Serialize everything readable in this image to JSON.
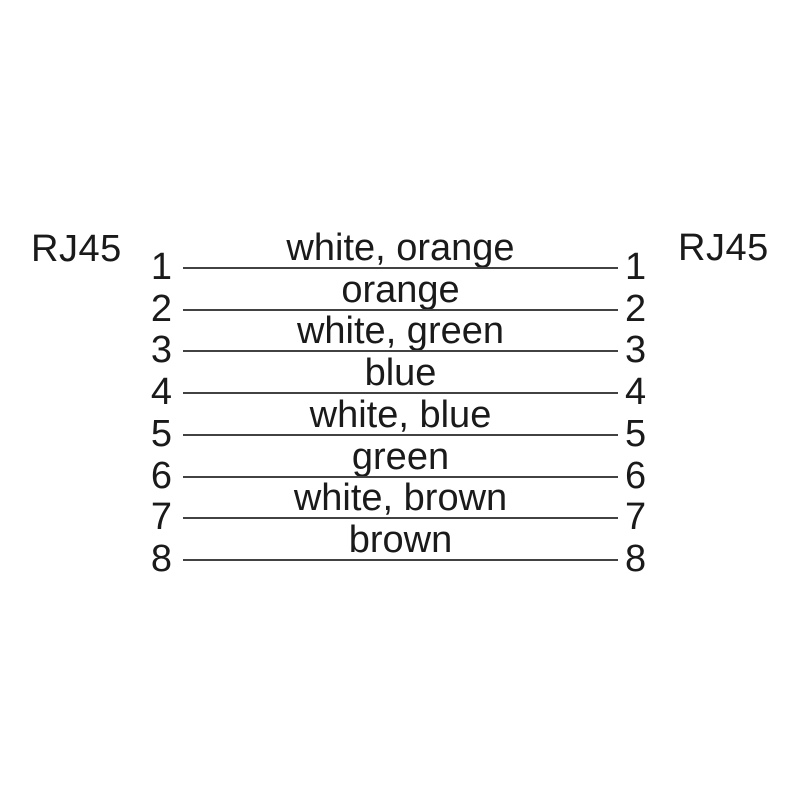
{
  "connectors": {
    "left_label": "RJ45",
    "right_label": "RJ45"
  },
  "wires": [
    {
      "pin_left": "1",
      "color_label": "white, orange",
      "pin_right": "1"
    },
    {
      "pin_left": "2",
      "color_label": "orange",
      "pin_right": "2"
    },
    {
      "pin_left": "3",
      "color_label": "white, green",
      "pin_right": "3"
    },
    {
      "pin_left": "4",
      "color_label": "blue",
      "pin_right": "4"
    },
    {
      "pin_left": "5",
      "color_label": "white, blue",
      "pin_right": "5"
    },
    {
      "pin_left": "6",
      "color_label": "green",
      "pin_right": "6"
    },
    {
      "pin_left": "7",
      "color_label": "white, brown",
      "pin_right": "7"
    },
    {
      "pin_left": "8",
      "color_label": "brown",
      "pin_right": "8"
    }
  ],
  "colors": {
    "background": "#ffffff",
    "text": "#1a1a1a",
    "line": "#424242"
  }
}
